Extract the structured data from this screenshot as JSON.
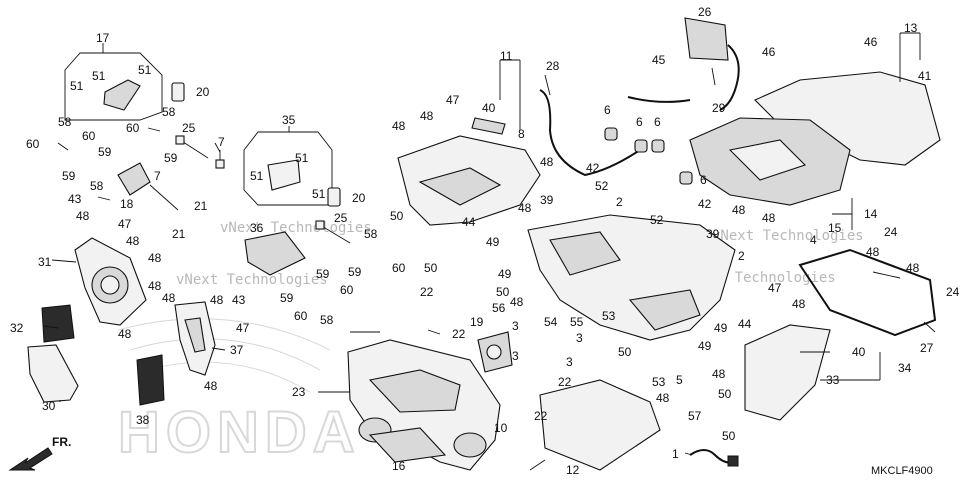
{
  "diagram_code": "MKCLF4900",
  "front_label": "FR.",
  "watermark_text": "vNext Technologies",
  "brand_watermark": "HONDA",
  "callouts": [
    {
      "id": "c17a",
      "label": "17"
    },
    {
      "id": "c51a",
      "label": "51"
    },
    {
      "id": "c51b",
      "label": "51"
    },
    {
      "id": "c51c",
      "label": "51"
    },
    {
      "id": "c20a",
      "label": "20"
    },
    {
      "id": "c58a",
      "label": "58"
    },
    {
      "id": "c60a",
      "label": "60"
    },
    {
      "id": "c59a",
      "label": "59"
    },
    {
      "id": "c60b",
      "label": "60"
    },
    {
      "id": "c59b",
      "label": "59"
    },
    {
      "id": "c58b",
      "label": "58"
    },
    {
      "id": "c58c",
      "label": "58"
    },
    {
      "id": "c60c",
      "label": "60"
    },
    {
      "id": "c25a",
      "label": "25"
    },
    {
      "id": "c59c",
      "label": "59"
    },
    {
      "id": "c7a",
      "label": "7"
    },
    {
      "id": "c7b",
      "label": "7"
    },
    {
      "id": "c43a",
      "label": "43"
    },
    {
      "id": "c18",
      "label": "18"
    },
    {
      "id": "c48a",
      "label": "48"
    },
    {
      "id": "c47a",
      "label": "47"
    },
    {
      "id": "c48b",
      "label": "48"
    },
    {
      "id": "c31",
      "label": "31"
    },
    {
      "id": "c48c",
      "label": "48"
    },
    {
      "id": "c48d",
      "label": "48"
    },
    {
      "id": "c32",
      "label": "32"
    },
    {
      "id": "c48e",
      "label": "48"
    },
    {
      "id": "c30",
      "label": "30"
    },
    {
      "id": "c35",
      "label": "35"
    },
    {
      "id": "c51d",
      "label": "51"
    },
    {
      "id": "c51e",
      "label": "51"
    },
    {
      "id": "c51f",
      "label": "51"
    },
    {
      "id": "c20b",
      "label": "20"
    },
    {
      "id": "c21a",
      "label": "21"
    },
    {
      "id": "c21b",
      "label": "21"
    },
    {
      "id": "c36",
      "label": "36"
    },
    {
      "id": "c25b",
      "label": "25"
    },
    {
      "id": "c58d",
      "label": "58"
    },
    {
      "id": "c59d",
      "label": "59"
    },
    {
      "id": "c60d",
      "label": "60"
    },
    {
      "id": "c43b",
      "label": "43"
    },
    {
      "id": "c48f",
      "label": "48"
    },
    {
      "id": "c48g",
      "label": "48"
    },
    {
      "id": "c59e",
      "label": "59"
    },
    {
      "id": "c60e",
      "label": "60"
    },
    {
      "id": "c60f",
      "label": "60"
    },
    {
      "id": "c59f",
      "label": "59"
    },
    {
      "id": "c58e",
      "label": "58"
    },
    {
      "id": "c47b",
      "label": "47"
    },
    {
      "id": "c37",
      "label": "37"
    },
    {
      "id": "c48h",
      "label": "48"
    },
    {
      "id": "c38",
      "label": "38"
    },
    {
      "id": "c48i",
      "label": "48"
    },
    {
      "id": "c47c",
      "label": "47"
    },
    {
      "id": "c48j",
      "label": "48"
    },
    {
      "id": "c50a",
      "label": "50"
    },
    {
      "id": "c50b",
      "label": "50"
    },
    {
      "id": "c44a",
      "label": "44"
    },
    {
      "id": "c40a",
      "label": "40"
    },
    {
      "id": "c11",
      "label": "11"
    },
    {
      "id": "c8",
      "label": "8"
    },
    {
      "id": "c28",
      "label": "28"
    },
    {
      "id": "c22a",
      "label": "22"
    },
    {
      "id": "c22b",
      "label": "22"
    },
    {
      "id": "c23",
      "label": "23"
    },
    {
      "id": "c16",
      "label": "16"
    },
    {
      "id": "c10",
      "label": "10"
    },
    {
      "id": "c19",
      "label": "19"
    },
    {
      "id": "c56",
      "label": "56"
    },
    {
      "id": "c54",
      "label": "54"
    },
    {
      "id": "c3a",
      "label": "3"
    },
    {
      "id": "c3b",
      "label": "3"
    },
    {
      "id": "c3c",
      "label": "3"
    },
    {
      "id": "c3d",
      "label": "3"
    },
    {
      "id": "c22c",
      "label": "22"
    },
    {
      "id": "c22d",
      "label": "22"
    },
    {
      "id": "c55",
      "label": "55"
    },
    {
      "id": "c49a",
      "label": "49"
    },
    {
      "id": "c49b",
      "label": "49"
    },
    {
      "id": "c50c",
      "label": "50"
    },
    {
      "id": "c48k",
      "label": "48"
    },
    {
      "id": "c48l",
      "label": "48"
    },
    {
      "id": "c48m",
      "label": "48"
    },
    {
      "id": "c39a",
      "label": "39"
    },
    {
      "id": "c52a",
      "label": "52"
    },
    {
      "id": "c42a",
      "label": "42"
    },
    {
      "id": "c2a",
      "label": "2"
    },
    {
      "id": "c6a",
      "label": "6"
    },
    {
      "id": "c6b",
      "label": "6"
    },
    {
      "id": "c6c",
      "label": "6"
    },
    {
      "id": "c6d",
      "label": "6"
    },
    {
      "id": "c42b",
      "label": "42"
    },
    {
      "id": "c52b",
      "label": "52"
    },
    {
      "id": "c39b",
      "label": "39"
    },
    {
      "id": "c2b",
      "label": "2"
    },
    {
      "id": "c53a",
      "label": "53"
    },
    {
      "id": "c49c",
      "label": "49"
    },
    {
      "id": "c49d",
      "label": "49"
    },
    {
      "id": "c50d",
      "label": "50"
    },
    {
      "id": "c53b",
      "label": "53"
    },
    {
      "id": "c5",
      "label": "5"
    },
    {
      "id": "c12",
      "label": "12"
    },
    {
      "id": "c48n",
      "label": "48"
    },
    {
      "id": "c57",
      "label": "57"
    },
    {
      "id": "c1",
      "label": "1"
    },
    {
      "id": "c26",
      "label": "26"
    },
    {
      "id": "c45",
      "label": "45"
    },
    {
      "id": "c29",
      "label": "29"
    },
    {
      "id": "c46a",
      "label": "46"
    },
    {
      "id": "c46b",
      "label": "46"
    },
    {
      "id": "c13",
      "label": "13"
    },
    {
      "id": "c41",
      "label": "41"
    },
    {
      "id": "c48o",
      "label": "48"
    },
    {
      "id": "c48p",
      "label": "48"
    },
    {
      "id": "c4",
      "label": "4"
    },
    {
      "id": "c15",
      "label": "15"
    },
    {
      "id": "c14",
      "label": "14"
    },
    {
      "id": "c24a",
      "label": "24"
    },
    {
      "id": "c48q",
      "label": "48"
    },
    {
      "id": "c48r",
      "label": "48"
    },
    {
      "id": "c24b",
      "label": "24"
    },
    {
      "id": "c27",
      "label": "27"
    },
    {
      "id": "c47d",
      "label": "47"
    },
    {
      "id": "c48s",
      "label": "48"
    },
    {
      "id": "c44b",
      "label": "44"
    },
    {
      "id": "c40b",
      "label": "40"
    },
    {
      "id": "c34",
      "label": "34"
    },
    {
      "id": "c33",
      "label": "33"
    },
    {
      "id": "c48t",
      "label": "48"
    },
    {
      "id": "c50e",
      "label": "50"
    },
    {
      "id": "c50f",
      "label": "50"
    }
  ]
}
